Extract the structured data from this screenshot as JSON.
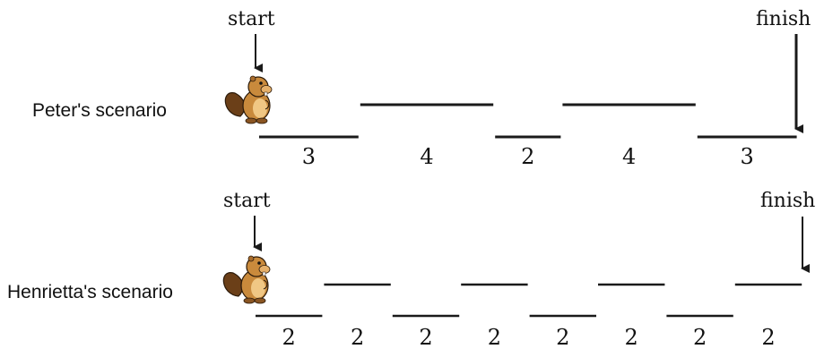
{
  "scenarios": [
    {
      "label": "Peter's scenario",
      "start_label": "start",
      "finish_label": "finish",
      "segments": [
        {
          "length": "3",
          "level": "low"
        },
        {
          "length": "4",
          "level": "high"
        },
        {
          "length": "2",
          "level": "low"
        },
        {
          "length": "4",
          "level": "high"
        },
        {
          "length": "3",
          "level": "low"
        }
      ]
    },
    {
      "label": "Henrietta's scenario",
      "start_label": "start",
      "finish_label": "finish",
      "segments": [
        {
          "length": "2",
          "level": "low"
        },
        {
          "length": "2",
          "level": "high"
        },
        {
          "length": "2",
          "level": "low"
        },
        {
          "length": "2",
          "level": "high"
        },
        {
          "length": "2",
          "level": "low"
        },
        {
          "length": "2",
          "level": "high"
        },
        {
          "length": "2",
          "level": "low"
        },
        {
          "length": "2",
          "level": "high"
        }
      ]
    }
  ],
  "colors": {
    "line": "#1a1a1a",
    "beaver_body": "#c98a3c",
    "beaver_tail": "#7a4a1e",
    "beaver_belly": "#f0c784"
  }
}
